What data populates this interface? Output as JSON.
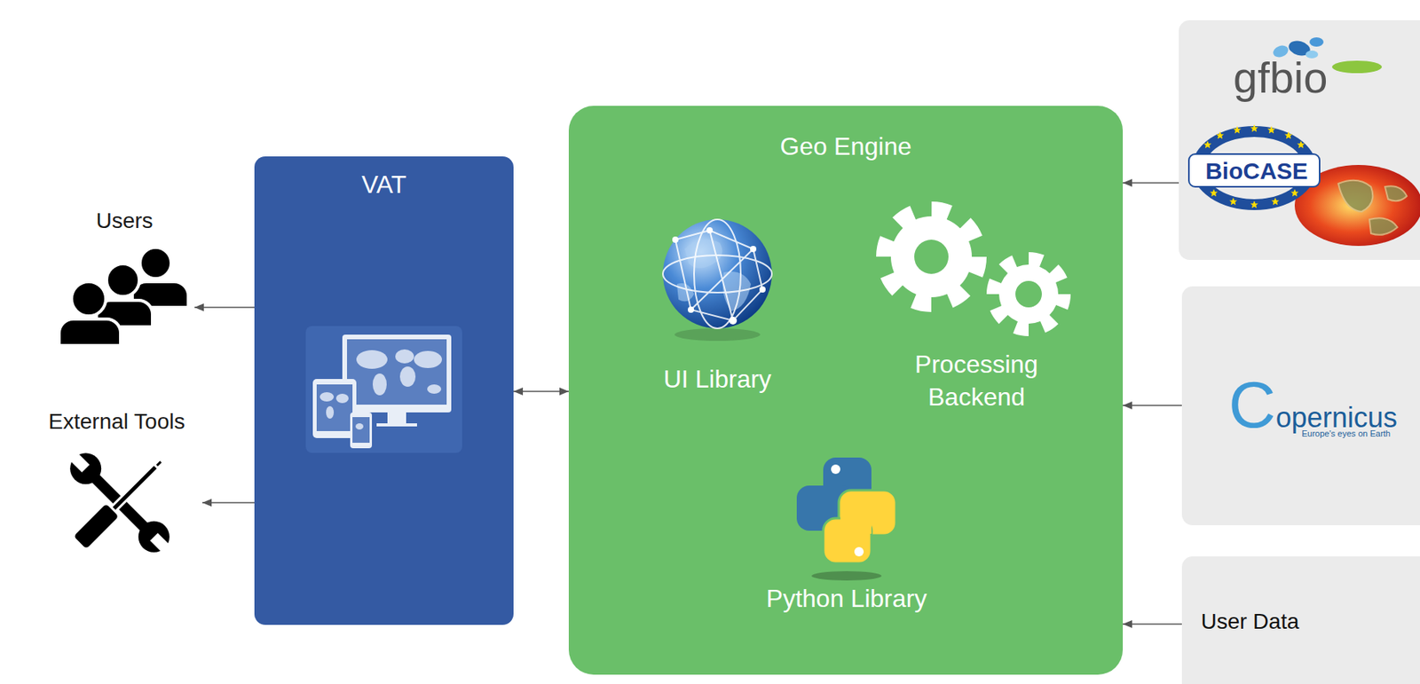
{
  "diagram": {
    "nodes": [
      {
        "text": [
          "Users"
        ]
      },
      {
        "text": [
          "External Tools"
        ]
      },
      {
        "text": [
          "VAT"
        ]
      },
      {
        "text": [
          "Geo Engine"
        ]
      },
      {
        "text": [
          "UI Library"
        ],
        "in": 3
      },
      {
        "text": [
          "Processing Backend"
        ],
        "in": 3
      },
      {
        "text": [
          "Python Library"
        ],
        "in": 3
      },
      {
        "text": [
          "gfbio",
          "BioCASE"
        ]
      },
      {
        "text": [
          "Copernicus",
          "Europe's eyes on Earth"
        ]
      },
      {
        "text": [
          "User Data"
        ]
      }
    ],
    "edges": [
      {
        "from": 2,
        "to": 0,
        "arrow": "to"
      },
      {
        "from": 2,
        "to": 1,
        "arrow": "to"
      },
      {
        "from": 2,
        "to": 3,
        "arrow": "both"
      },
      {
        "from": 7,
        "to": 3,
        "arrow": "to"
      },
      {
        "from": 8,
        "to": 3,
        "arrow": "to"
      },
      {
        "from": 9,
        "to": 3,
        "arrow": "to"
      }
    ]
  }
}
